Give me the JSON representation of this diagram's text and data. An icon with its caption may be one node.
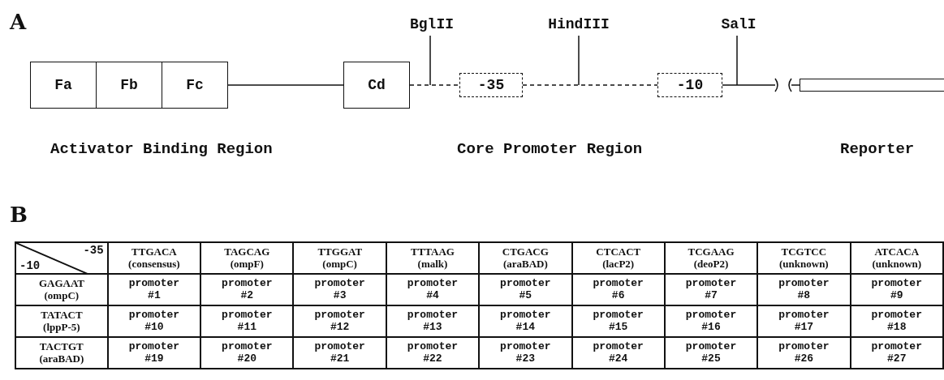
{
  "diagram": {
    "nodes": [
      {
        "text": [
          "Fa"
        ]
      },
      {
        "text": [
          "Fb"
        ]
      },
      {
        "text": [
          "Fc"
        ]
      },
      {
        "text": [
          "Cd"
        ]
      },
      {
        "text": [
          "-35"
        ]
      },
      {
        "text": [
          "-10"
        ]
      },
      {
        "text": [],
        "shape": "box"
      },
      {
        "text": [
          "BglII"
        ]
      },
      {
        "text": [
          "HindIII"
        ]
      },
      {
        "text": [
          "SalI"
        ]
      }
    ],
    "edges": [
      {
        "from": 2,
        "to": 3,
        "arrow": "none"
      },
      {
        "from": 3,
        "to": 4,
        "arrow": "none",
        "style": "dashed"
      },
      {
        "from": 4,
        "to": 5,
        "arrow": "none",
        "style": "dashed"
      },
      {
        "from": 5,
        "to": 6,
        "arrow": "none"
      },
      {
        "from": 7,
        "to": null,
        "arrow": "none"
      },
      {
        "from": 8,
        "to": null,
        "arrow": "none"
      },
      {
        "from": 9,
        "to": null,
        "arrow": "none"
      }
    ],
    "labels": [
      "A",
      "Activator Binding Region",
      "Core Promoter Region",
      "Reporter",
      "B",
      "-35",
      "-10",
      "TTGACA (consensus)",
      "TAGCAG (ompF)",
      "TTGGAT (ompC)",
      "TTTAAG (malk)",
      "CTGACG (araBAD)",
      "CTCACT (lacP2)",
      "TCGAAG (deoP2)",
      "TCGTCC (unknown)",
      "ATCACA (unknown)",
      "GAGAAT (ompC)",
      "promoter #1",
      "promoter #2",
      "promoter #3",
      "promoter #4",
      "promoter #5",
      "promoter #6",
      "promoter #7",
      "promoter #8",
      "promoter #9",
      "TATACT (lppP-5)",
      "promoter #10",
      "promoter #11",
      "promoter #12",
      "promoter #13",
      "promoter #14",
      "promoter #15",
      "promoter #16",
      "promoter #17",
      "promoter #18",
      "TACTGT (araBAD)",
      "promoter #19",
      "promoter #20",
      "promoter #21",
      "promoter #22",
      "promoter #23",
      "promoter #24",
      "promoter #25",
      "promoter #26",
      "promoter #27"
    ]
  }
}
